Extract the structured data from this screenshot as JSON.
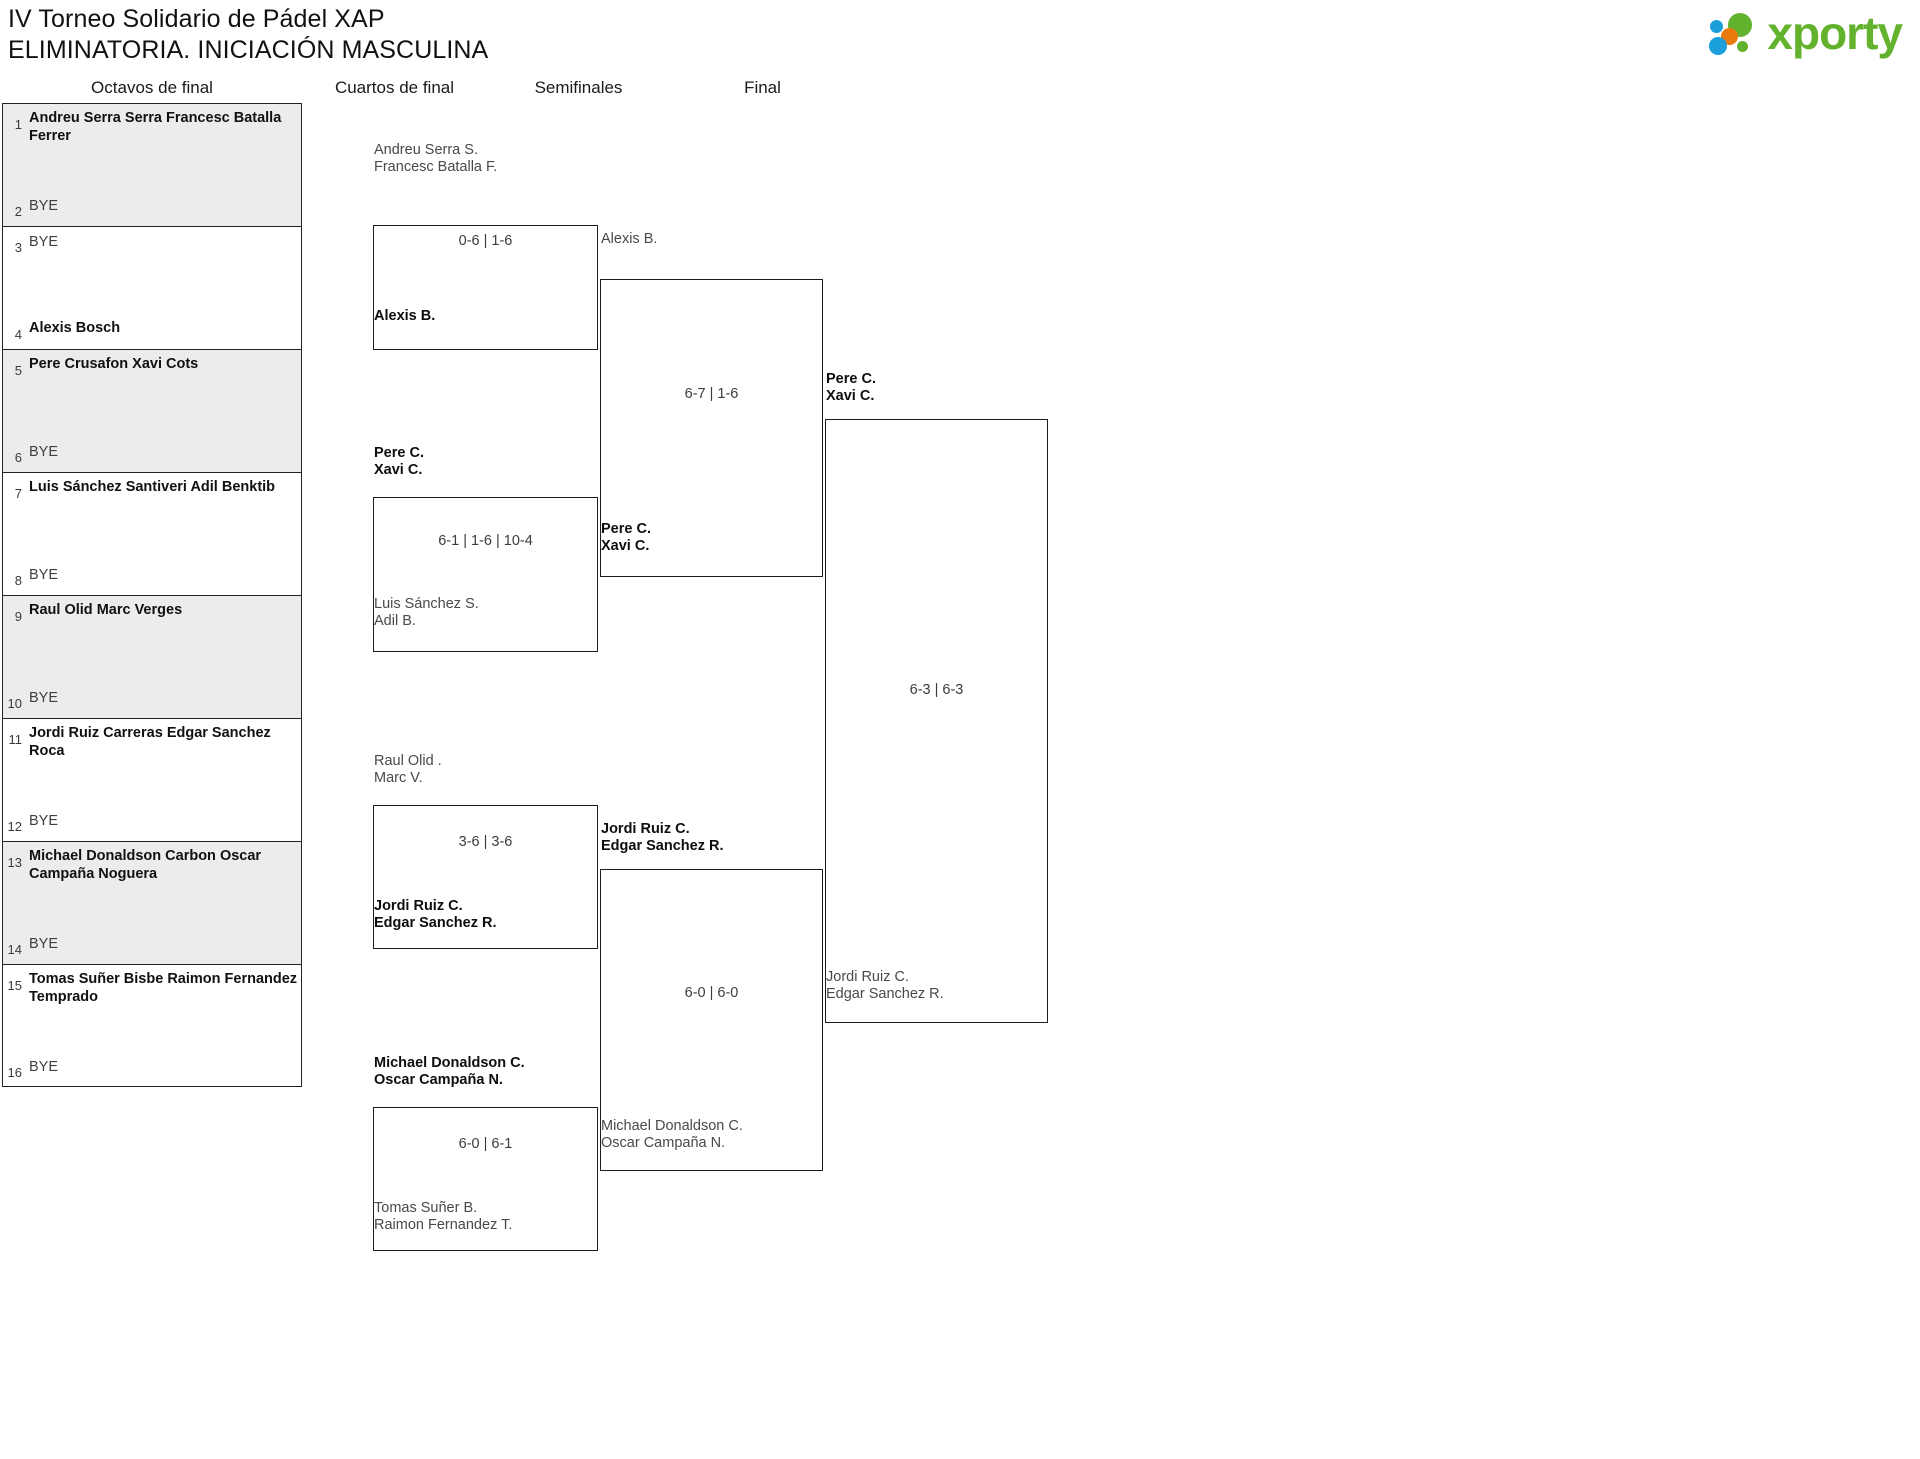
{
  "header": {
    "title_line1": "IV Torneo Solidario de Pádel XAP",
    "title_line2": "ELIMINATORIA. INICIACIÓN MASCULINA",
    "logo_word": "xporty",
    "logo_colors": {
      "blue": "#1b9fda",
      "orange": "#e87b0c",
      "green": "#63b22d"
    }
  },
  "rounds": [
    {
      "label": "Octavos de final"
    },
    {
      "label": "Cuartos de final"
    },
    {
      "label": "Semifinales"
    },
    {
      "label": "Final"
    }
  ],
  "round1": [
    {
      "shade": true,
      "seed_top": "1",
      "top_l1": "Andreu Serra Serra",
      "top_l2": "Francesc Batalla Ferrer",
      "seed_bot": "2",
      "bot_l1": "BYE",
      "bot_l2": ""
    },
    {
      "shade": false,
      "seed_top": "3",
      "top_l1": "BYE",
      "top_l2": "",
      "seed_bot": "4",
      "bot_l1": "Alexis Bosch",
      "bot_l2": ""
    },
    {
      "shade": true,
      "seed_top": "5",
      "top_l1": "Pere Crusafon",
      "top_l2": "Xavi Cots",
      "seed_bot": "6",
      "bot_l1": "BYE",
      "bot_l2": ""
    },
    {
      "shade": false,
      "seed_top": "7",
      "top_l1": "Luis Sánchez Santiveri",
      "top_l2": "Adil Benktib",
      "seed_bot": "8",
      "bot_l1": "BYE",
      "bot_l2": ""
    },
    {
      "shade": true,
      "seed_top": "9",
      "top_l1": "Raul Olid",
      "top_l2": "Marc Verges",
      "seed_bot": "10",
      "bot_l1": "BYE",
      "bot_l2": ""
    },
    {
      "shade": false,
      "seed_top": "11",
      "top_l1": "Jordi Ruiz Carreras",
      "top_l2": "Edgar Sanchez Roca",
      "seed_bot": "12",
      "bot_l1": "BYE",
      "bot_l2": ""
    },
    {
      "shade": true,
      "seed_top": "13",
      "top_l1": "Michael Donaldson Carbon",
      "top_l2": "Oscar Campaña Noguera",
      "seed_bot": "14",
      "bot_l1": "BYE",
      "bot_l2": ""
    },
    {
      "shade": false,
      "seed_top": "15",
      "top_l1": "Tomas Suñer Bisbe",
      "top_l2": "Raimon Fernandez Temprado",
      "seed_bot": "16",
      "bot_l1": "BYE",
      "bot_l2": ""
    }
  ],
  "quarters": [
    {
      "top_l1": "Andreu Serra S.",
      "top_l2": "Francesc Batalla F.",
      "top_state": "lose",
      "score": "0-6 | 1-6",
      "bot_l1": "Alexis B.",
      "bot_l2": "",
      "bot_state": "win"
    },
    {
      "top_l1": "Pere C.",
      "top_l2": "Xavi C.",
      "top_state": "win",
      "score": "6-1 | 1-6 | 10-4",
      "bot_l1": "Luis Sánchez S.",
      "bot_l2": "Adil B.",
      "bot_state": "lose"
    },
    {
      "top_l1": "Raul Olid .",
      "top_l2": "Marc V.",
      "top_state": "lose",
      "score": "3-6 | 3-6",
      "bot_l1": "Jordi Ruiz C.",
      "bot_l2": "Edgar Sanchez R.",
      "bot_state": "win"
    },
    {
      "top_l1": "Michael Donaldson C.",
      "top_l2": "Oscar Campaña N.",
      "top_state": "win",
      "score": "6-0 | 6-1",
      "bot_l1": "Tomas Suñer B.",
      "bot_l2": "Raimon Fernandez T.",
      "bot_state": "lose"
    }
  ],
  "semis": [
    {
      "top_l1": "Alexis B.",
      "top_l2": "",
      "top_state": "lose",
      "score": "6-7 | 1-6",
      "bot_l1": "Pere C.",
      "bot_l2": "Xavi C.",
      "bot_state": "win"
    },
    {
      "top_l1": "Jordi Ruiz C.",
      "top_l2": "Edgar Sanchez R.",
      "top_state": "win",
      "score": "6-0 | 6-0",
      "bot_l1": "Michael Donaldson C.",
      "bot_l2": "Oscar Campaña N.",
      "bot_state": "lose"
    }
  ],
  "final": {
    "top_l1": "Pere C.",
    "top_l2": "Xavi C.",
    "top_state": "win",
    "score": "6-3 | 6-3",
    "bot_l1": "Jordi Ruiz C.",
    "bot_l2": "Edgar Sanchez R.",
    "bot_state": "lose"
  }
}
